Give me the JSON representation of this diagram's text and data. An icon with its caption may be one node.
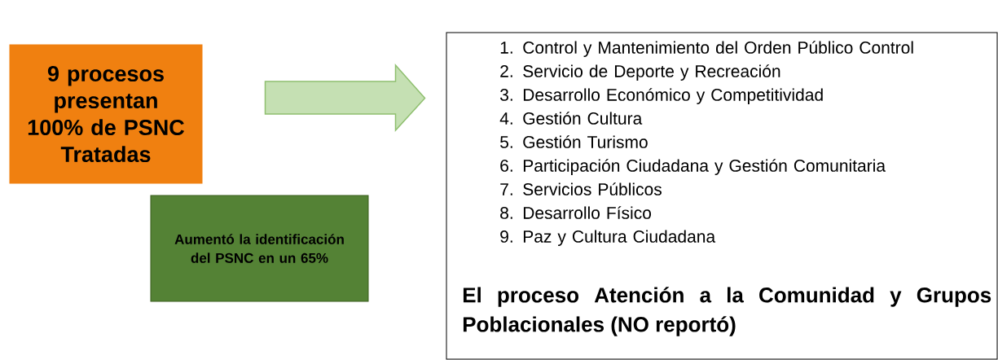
{
  "diagram": {
    "nodes": [
      {
        "text": [
          "9 procesos presentan 100% de PSNC Tratadas"
        ]
      },
      {
        "text": [
          "Aumentó la identificación del PSNC en un 65%"
        ]
      },
      {
        "text": [
          "1. Control y Mantenimiento del Orden Público Control",
          "2. Servicio de Deporte y Recreación",
          "3. Desarrollo Económico y Competitividad",
          "4. Gestión Cultura",
          "5. Gestión Turismo",
          "6. Participación Ciudadana y Gestión Comunitaria",
          "7. Servicios Públicos",
          "8. Desarrollo Físico",
          "9. Paz y Cultura Ciudadana",
          "El proceso Atención a la Comunidad y Grupos Poblacionales (NO reportó)"
        ]
      }
    ],
    "edges": [
      {
        "from": 0,
        "to": 2,
        "arrow": "to"
      }
    ]
  }
}
